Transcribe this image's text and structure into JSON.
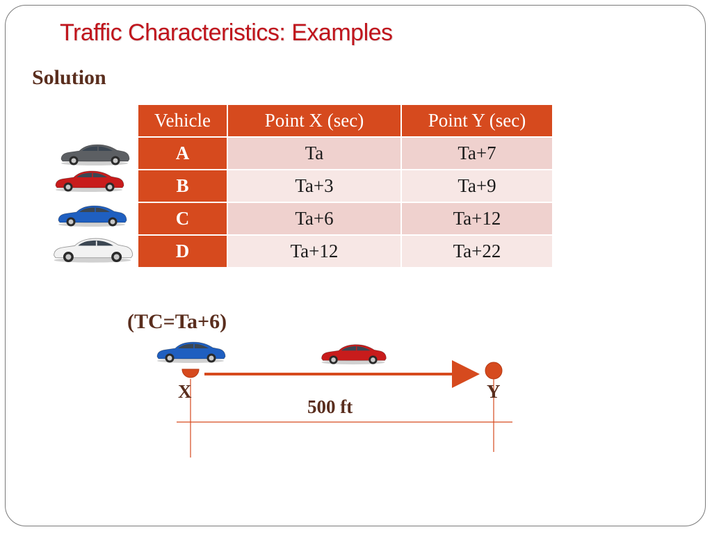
{
  "title": "Traffic Characteristics: Examples",
  "subtitle": "Solution",
  "table": {
    "headers": [
      "Vehicle",
      "Point X (sec)",
      "Point Y (sec)"
    ],
    "rows": [
      {
        "vehicle": "A",
        "point_x": "Ta",
        "point_y": "Ta+7",
        "car_color": "#5c5f63"
      },
      {
        "vehicle": "B",
        "point_x": "Ta+3",
        "point_y": "Ta+9",
        "car_color": "#c81c1c"
      },
      {
        "vehicle": "C",
        "point_x": "Ta+6",
        "point_y": "Ta+12",
        "car_color": "#1f5fc0"
      },
      {
        "vehicle": "D",
        "point_x": "Ta+12",
        "point_y": "Ta+22",
        "car_color": "#f2f2f2"
      }
    ]
  },
  "diagram": {
    "tc_label": "(TC=Ta+6)",
    "point_x_label": "X",
    "point_y_label": "Y",
    "distance_label": "500 ft"
  },
  "colors": {
    "title": "#c0141c",
    "accent": "#d64a1e",
    "text_brown": "#5a2e1e"
  }
}
